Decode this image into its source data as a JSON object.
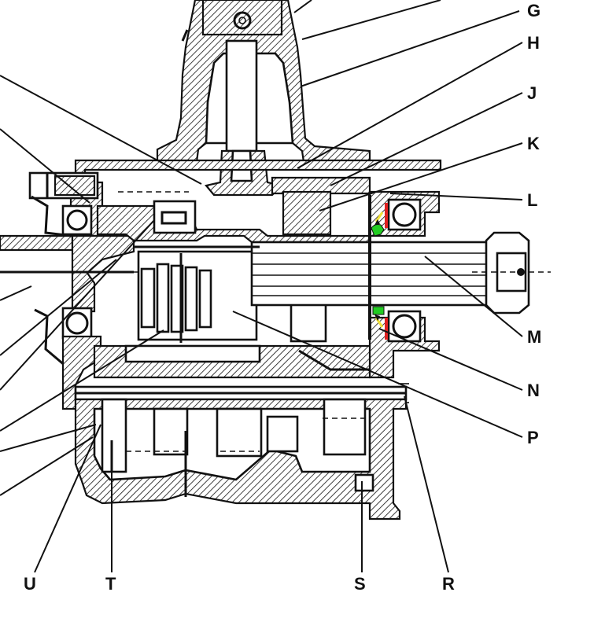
{
  "labels": {
    "G": "G",
    "H": "H",
    "J": "J",
    "K": "K",
    "L": "L",
    "M": "M",
    "N": "N",
    "P": "P",
    "R": "R",
    "S": "S",
    "T": "T",
    "U": "U"
  },
  "colors": {
    "ink": "#111111",
    "highlight_red": "#e02020",
    "highlight_green": "#22cc22",
    "highlight_yellow": "#f2e23a"
  }
}
